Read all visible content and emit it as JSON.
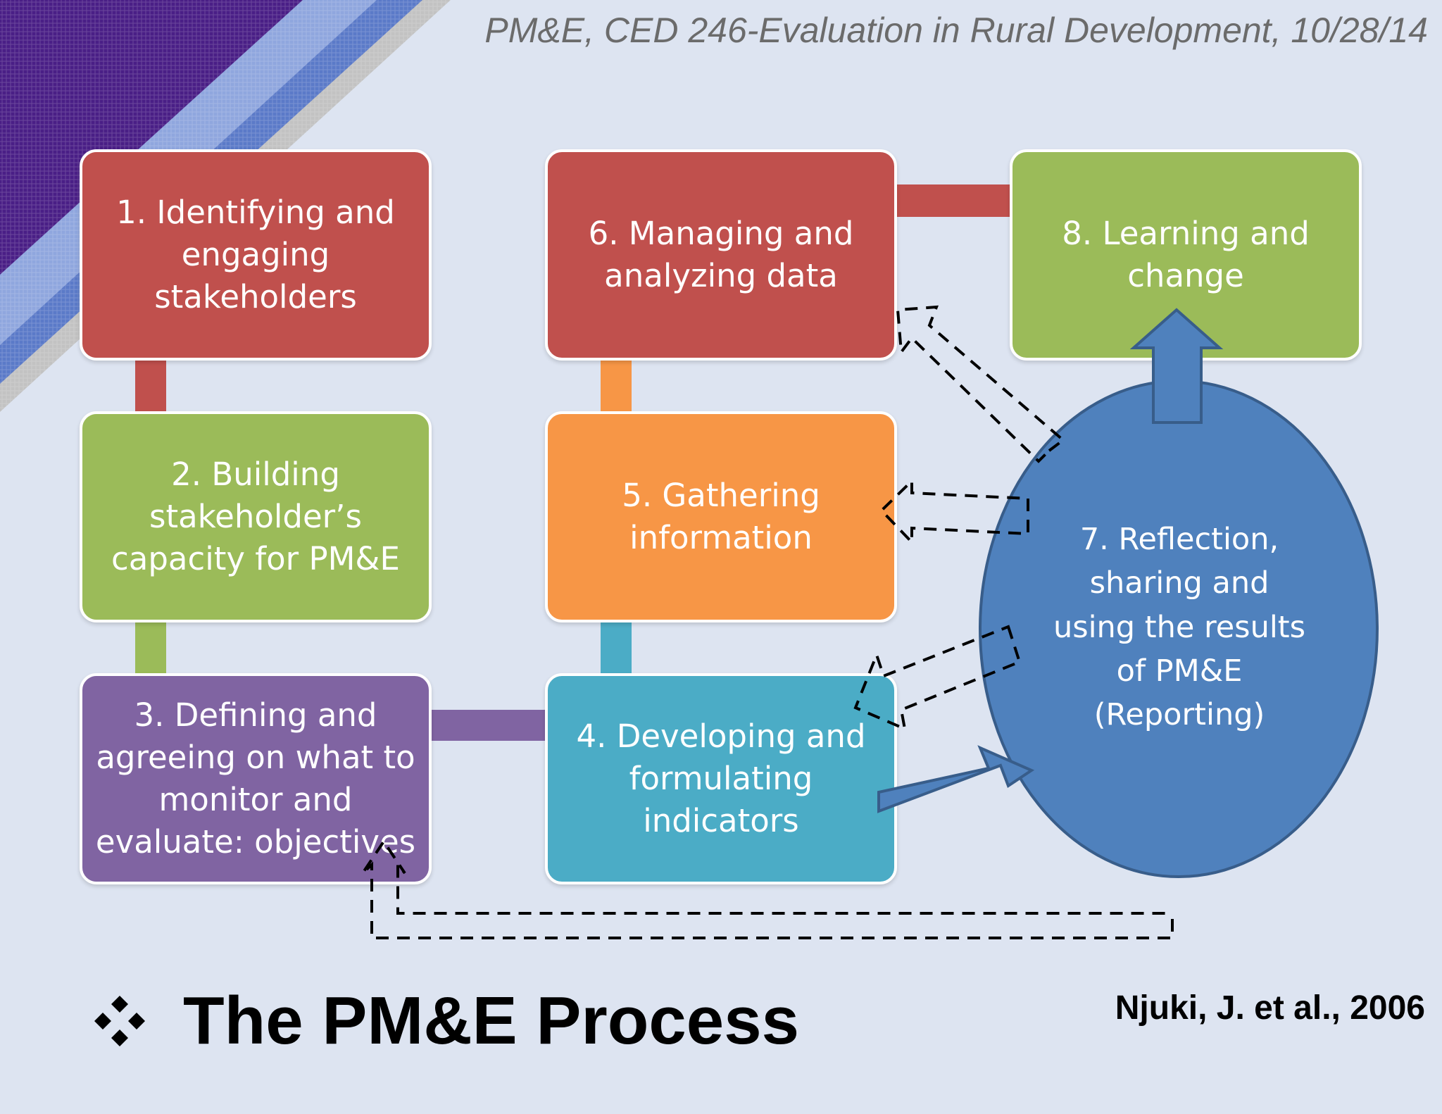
{
  "header": {
    "title": "PM&E, CED 246-Evaluation in Rural Development, 10/28/14"
  },
  "diagram": {
    "steps": [
      {
        "label": "1. Identifying and\nengaging\nstakeholders",
        "color": "#c0504d"
      },
      {
        "label": "2. Building\nstakeholder’s\ncapacity for PM&E",
        "color": "#9bbb59"
      },
      {
        "label": "3. Defining and\nagreeing on what to\nmonitor and\nevaluate: objectives",
        "color": "#8064a2"
      },
      {
        "label": "4. Developing and\nformulating\nindicators",
        "color": "#4bacc6"
      },
      {
        "label": "5. Gathering\ninformation",
        "color": "#f79646"
      },
      {
        "label": "6. Managing and\nanalyzing data",
        "color": "#c0504d"
      },
      {
        "label": "7. Reflection,\nsharing and\nusing the results\nof PM&E\n(Reporting)",
        "color": "#4f81bd"
      },
      {
        "label": "8. Learning and\nchange",
        "color": "#9bbb59"
      }
    ]
  },
  "footer": {
    "bullet_icon": "four-diamond-bullet-icon",
    "title": "The PM&E Process",
    "citation": "Njuki, J. et al., 2006"
  }
}
